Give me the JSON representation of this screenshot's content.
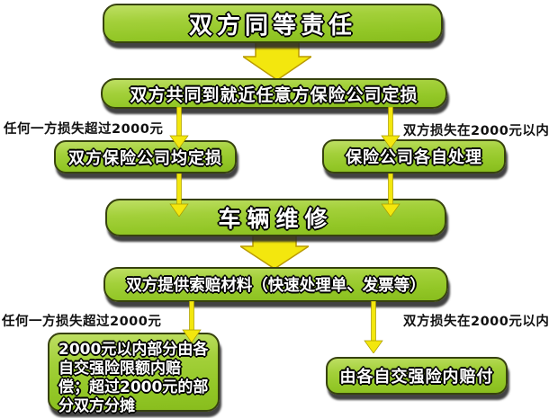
{
  "diagram": {
    "type": "flowchart",
    "background": "#ffffff",
    "colors": {
      "node_fill": "#9acb32",
      "node_fill_highlight": "#bedf63",
      "node_border": "#37420e",
      "node_shadow": "#282828",
      "node_text": "#ffffff",
      "node_text_outline": "#000000",
      "arrow_fill": "#f3e70e",
      "arrow_edge": "#b99a00",
      "label_text": "#111111"
    },
    "nodes": {
      "equal_responsibility": "双方同等责任",
      "joint_assessment": "双方共同到就近任意方保险公司定损",
      "both_insurers_assess": "双方保险公司均定损",
      "insurers_handle_separately": "保险公司各自处理",
      "vehicle_repair": "车辆维修",
      "claim_materials": "双方提供索赔材料（快速处理单、发票等）",
      "within_2000_split": "2000元以内部分由各自交强险限额内赔偿；超过2000元的部分双方分摊",
      "paid_by_own_insurance": "由各自交强险内赔付"
    },
    "labels": {
      "left_over_2000_top": "任何一方损失超过2000元",
      "right_within_2000_top": "双方损失在2000元以内",
      "left_over_2000_bottom": "任何一方损失超过2000元",
      "right_within_2000_bottom": "双方损失在2000元以内"
    }
  }
}
